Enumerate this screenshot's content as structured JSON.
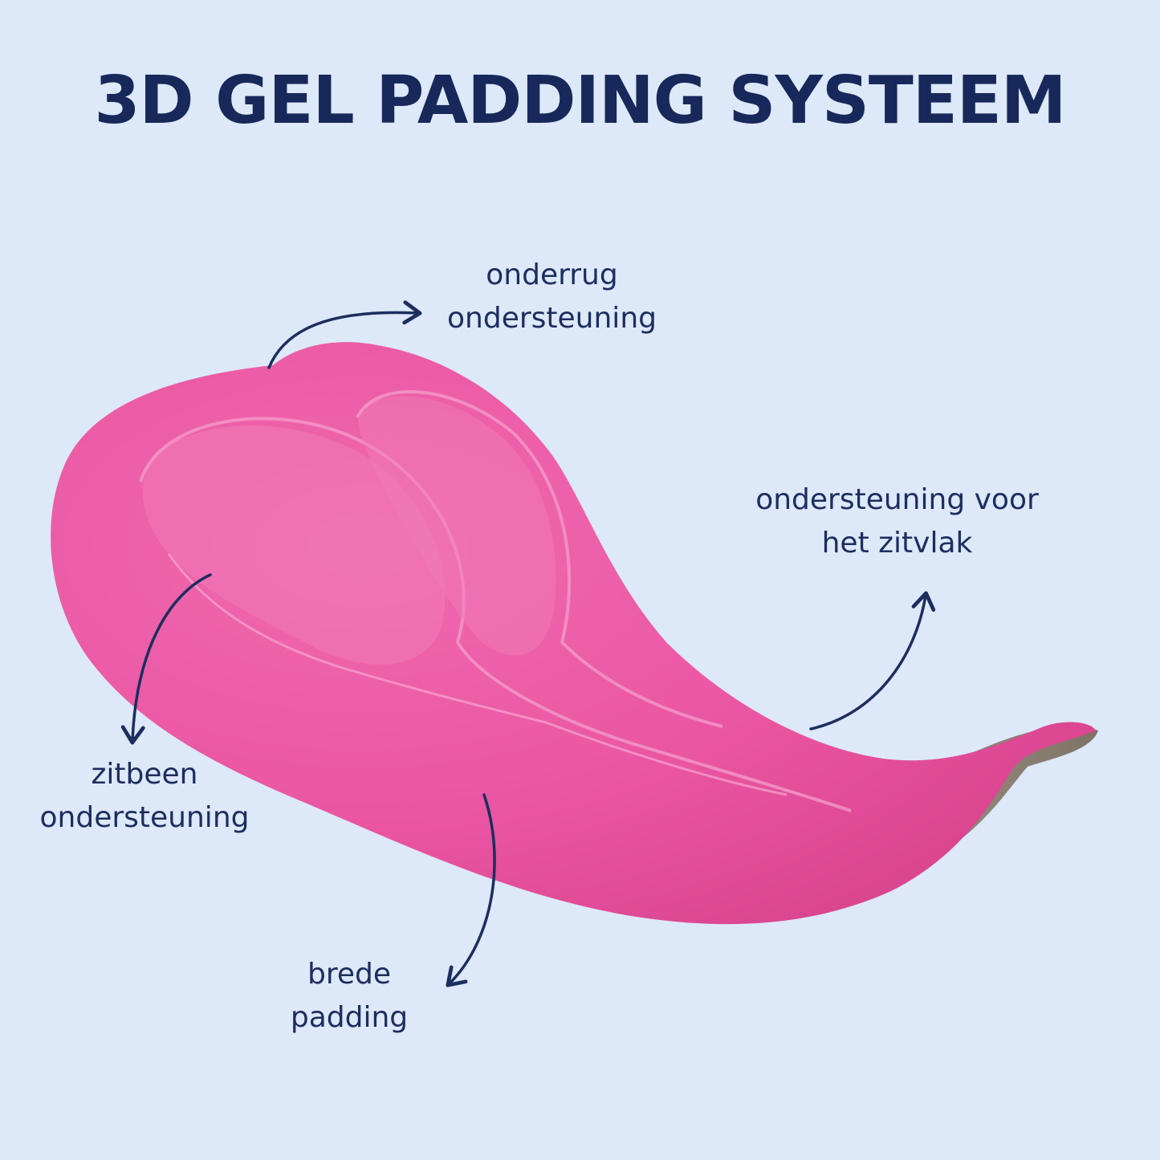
{
  "title": "3D GEL PADDING SYSTEEM",
  "colors": {
    "background": "#dde8f8",
    "text": "#1c2e5e",
    "pad": "#ec5aa5",
    "pad_edge": "#8a7f72"
  },
  "labels": {
    "lower_back": {
      "line1": "onderrug",
      "line2": "ondersteuning"
    },
    "seat": {
      "line1": "ondersteuning voor",
      "line2": "het zitvlak"
    },
    "sit_bone": {
      "line1": "zitbeen",
      "line2": "ondersteuning"
    },
    "wide_padding": {
      "line1": "brede",
      "line2": "padding"
    }
  }
}
